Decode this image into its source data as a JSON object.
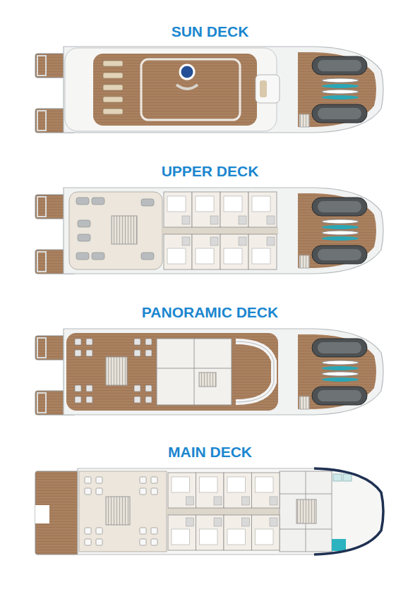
{
  "diagram": {
    "nodes": [
      {
        "text": [
          "SUN DECK"
        ]
      },
      {
        "text": [
          "UPPER DECK"
        ]
      },
      {
        "text": [
          "PANORAMIC DECK"
        ]
      },
      {
        "text": [
          "MAIN DECK"
        ]
      }
    ]
  }
}
